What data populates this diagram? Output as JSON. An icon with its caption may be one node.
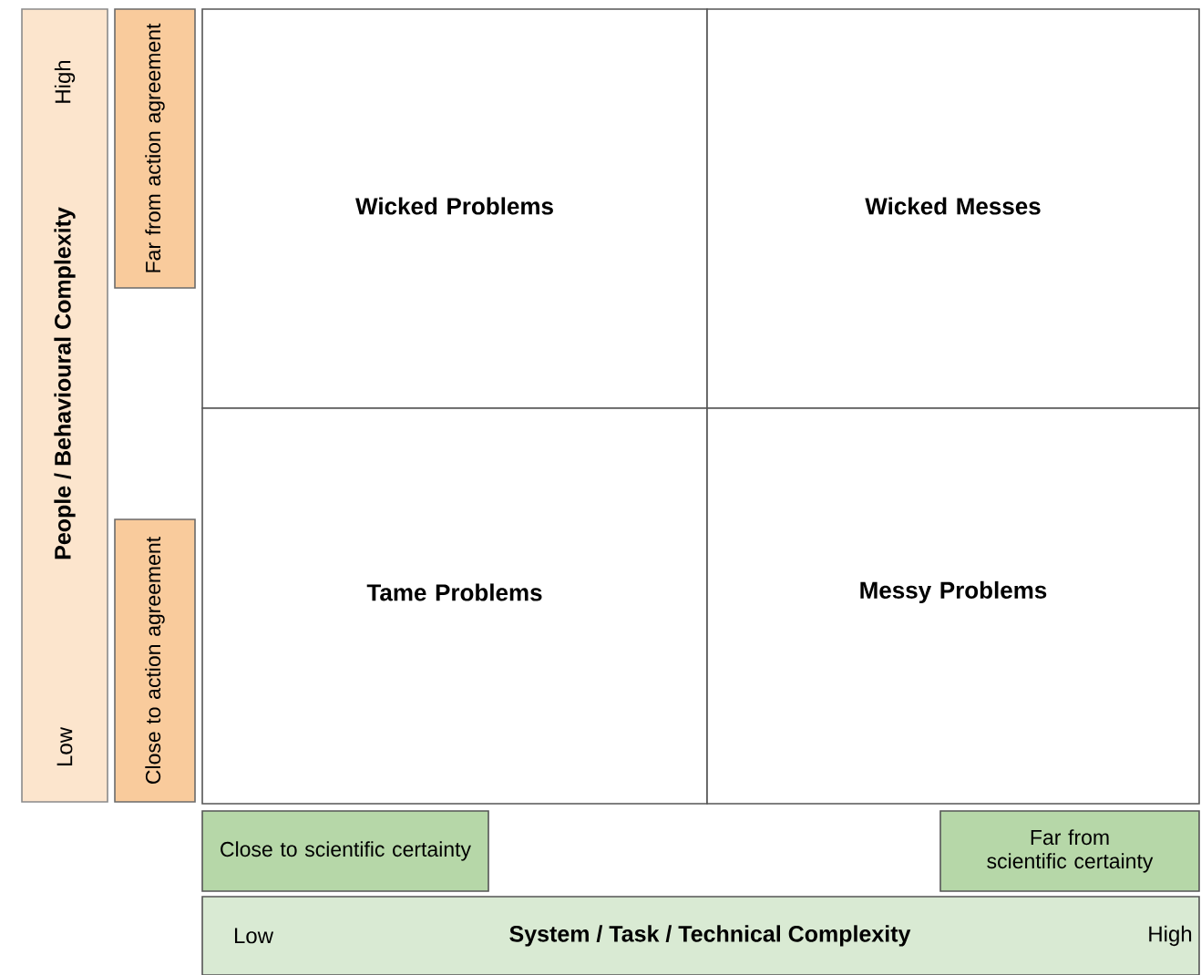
{
  "diagram": {
    "nodes": [
      {
        "text": [
          "Low",
          "People / Behavioural Complexity",
          "High"
        ]
      },
      {
        "text": [
          "Far from action agreement"
        ]
      },
      {
        "text": [
          "Wicked Problems"
        ]
      },
      {
        "text": [
          "Wicked Messes"
        ]
      },
      {
        "text": [
          "Close to action agreement"
        ]
      },
      {
        "text": [
          "Tame Problems"
        ]
      },
      {
        "text": [
          "Messy Problems"
        ]
      },
      {
        "text": [
          "Close to scientific certainty"
        ]
      },
      {
        "text": [
          "Far from scientific certainty"
        ]
      },
      {
        "text": [
          "Low",
          "System / Task / Technical Complexity",
          "High"
        ]
      }
    ]
  }
}
